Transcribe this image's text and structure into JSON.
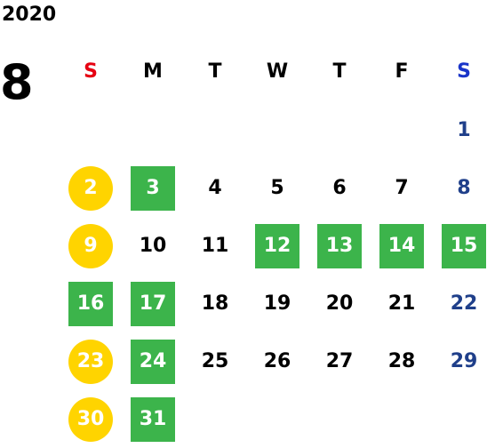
{
  "calendar": {
    "year": "2020",
    "month": "8",
    "weekdays": [
      {
        "label": "S",
        "kind": "sun"
      },
      {
        "label": "M",
        "kind": "weekday"
      },
      {
        "label": "T",
        "kind": "weekday"
      },
      {
        "label": "W",
        "kind": "weekday"
      },
      {
        "label": "T",
        "kind": "weekday"
      },
      {
        "label": "F",
        "kind": "weekday"
      },
      {
        "label": "S",
        "kind": "sat"
      }
    ],
    "first_weekday_index": 6,
    "colors": {
      "sunday_header": "#e60012",
      "saturday_header": "#1a35c9",
      "saturday_number": "#1f3f8a",
      "holiday_circle": "#ffd400",
      "highlight_square": "#3cb44b",
      "default_text": "#000000"
    },
    "days": [
      {
        "n": "1",
        "style": "saturday"
      },
      {
        "n": "2",
        "style": "circle"
      },
      {
        "n": "3",
        "style": "square"
      },
      {
        "n": "4",
        "style": "plain"
      },
      {
        "n": "5",
        "style": "plain"
      },
      {
        "n": "6",
        "style": "plain"
      },
      {
        "n": "7",
        "style": "plain"
      },
      {
        "n": "8",
        "style": "saturday"
      },
      {
        "n": "9",
        "style": "circle"
      },
      {
        "n": "10",
        "style": "plain"
      },
      {
        "n": "11",
        "style": "plain"
      },
      {
        "n": "12",
        "style": "square"
      },
      {
        "n": "13",
        "style": "square"
      },
      {
        "n": "14",
        "style": "square"
      },
      {
        "n": "15",
        "style": "square"
      },
      {
        "n": "16",
        "style": "square"
      },
      {
        "n": "17",
        "style": "square"
      },
      {
        "n": "18",
        "style": "plain"
      },
      {
        "n": "19",
        "style": "plain"
      },
      {
        "n": "20",
        "style": "plain"
      },
      {
        "n": "21",
        "style": "plain"
      },
      {
        "n": "22",
        "style": "saturday"
      },
      {
        "n": "23",
        "style": "circle"
      },
      {
        "n": "24",
        "style": "square"
      },
      {
        "n": "25",
        "style": "plain"
      },
      {
        "n": "26",
        "style": "plain"
      },
      {
        "n": "27",
        "style": "plain"
      },
      {
        "n": "28",
        "style": "plain"
      },
      {
        "n": "29",
        "style": "saturday"
      },
      {
        "n": "30",
        "style": "circle"
      },
      {
        "n": "31",
        "style": "square"
      }
    ]
  }
}
